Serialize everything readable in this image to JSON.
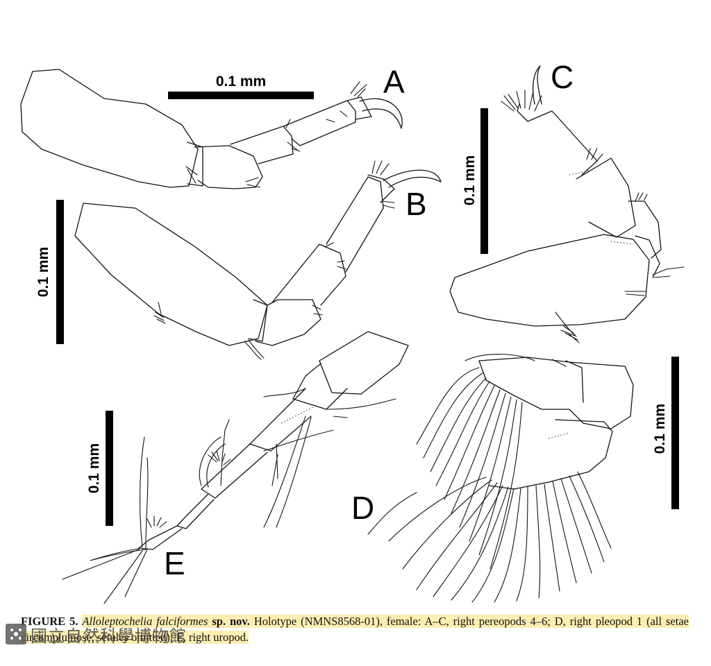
{
  "figure": {
    "scale_bars": {
      "a": "0.1 mm",
      "b": "0.1 mm",
      "c": "0.1 mm",
      "d": "0.1 mm",
      "e": "0.1 mm"
    },
    "panels": {
      "a": "A",
      "b": "B",
      "c": "C",
      "d": "D",
      "e": "E"
    }
  },
  "caption": {
    "label": "FIGURE 5.",
    "species": "Alloleptochelia falciformes",
    "sp_nov": "sp. nov.",
    "text_line1": "Holotype (NMNS8568-01), female: A–C, right pereopods 4–6; D, right",
    "text_line2": "pleopod 1 (all setae circumplumose, setules omitted); E, right uropod."
  },
  "watermark": {
    "icon": "museum-logo-icon",
    "text": "國立自然科學博物館"
  }
}
